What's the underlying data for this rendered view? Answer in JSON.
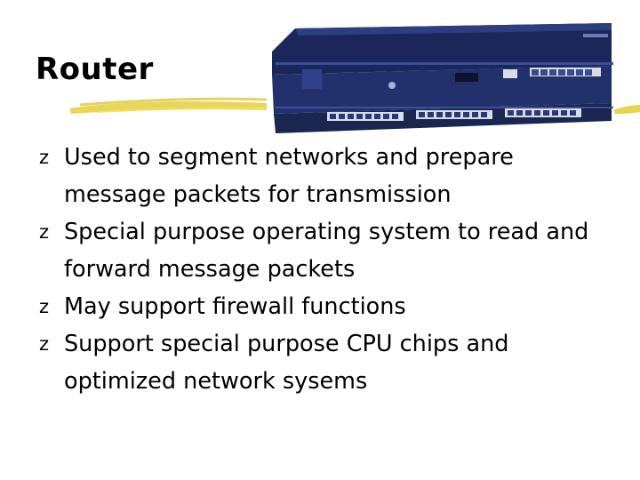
{
  "slide": {
    "title": "Router",
    "bullet_symbol": "z",
    "bullets": [
      "Used to segment networks and prepare message packets for transmission",
      "Special purpose operating system to read and forward message packets",
      "May support firewall functions",
      "Support special purpose CPU chips and optimized network sysems"
    ]
  },
  "colors": {
    "underline": "#e8d44d",
    "device_body": "#1f2e66",
    "device_bezel": "#2a3a7a",
    "port": "#d8dce6",
    "text": "#000000"
  }
}
